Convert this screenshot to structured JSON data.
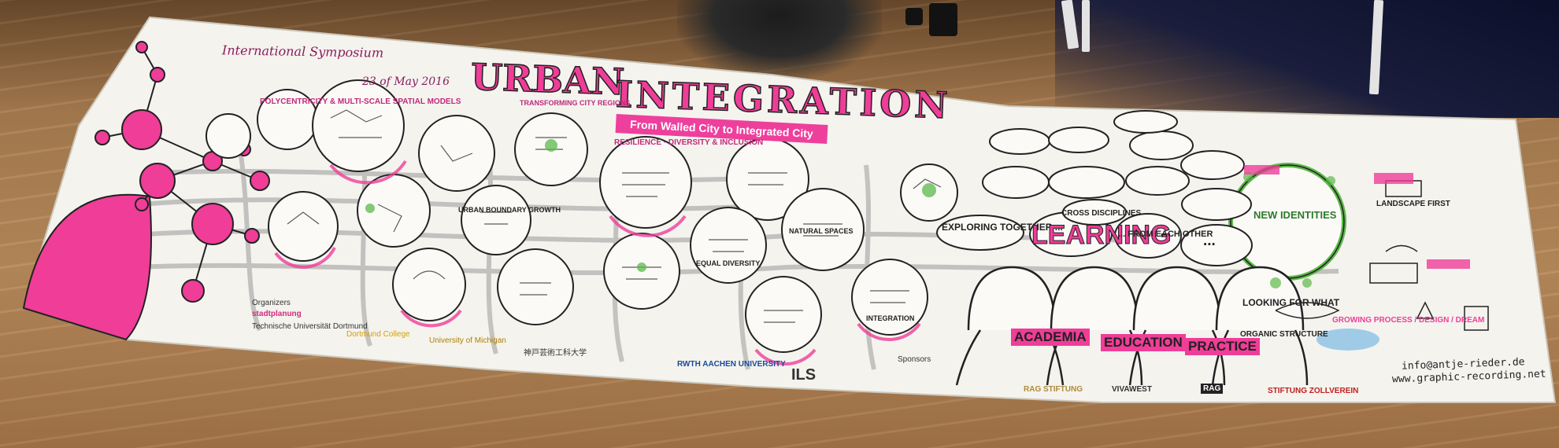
{
  "scene": {
    "colors": {
      "floor": "#a87c50",
      "paper": "#f4f3ee",
      "accent_pink": "#ef3d98",
      "ink": "#222222",
      "green": "#5cb84a"
    }
  },
  "banner": {
    "event": "International Symposium",
    "date": "23 of May 2016",
    "title_line1": "URBAN",
    "title_line2": "INTEGRATION",
    "subtitle": "From Walled City to Integrated City",
    "theme1": "POLYCENTRICITY & MULTI-SCALE SPATIAL MODELS",
    "theme2": "TRANSFORMING CITY REGIONS",
    "theme3": "RESILIENCE · DIVERSITY & INCLUSION",
    "circle_topics": [
      "URBAN BOUNDARY GROWTH",
      "NATURAL SPACES",
      "EQUAL DIVERSITY",
      "INTEGRATION"
    ],
    "center_section": {
      "bubbles": [
        "EXPLORING TOGETHER ...",
        "LEARNING",
        "... FROM EACH OTHER",
        "..."
      ],
      "cross": "CROSS DISCIPLINES",
      "roles": [
        "ACADEMIA",
        "EDUCATION",
        "PRACTICE"
      ]
    },
    "right_section": {
      "new_identities": "NEW IDENTITIES",
      "landscape": "LANDSCAPE FIRST",
      "looking": "LOOKING FOR WHAT",
      "organic": "ORGANIC STRUCTURE",
      "design_dream": "GROWING PROCESS / DESIGN / DREAM",
      "contact_email": "info@antje-rieder.de",
      "contact_web": "www.graphic-recording.net"
    },
    "organizers_label": "Organizers",
    "organizers": [
      "stadtplanung",
      "Technische Universität Dortmund",
      "Dortmund College",
      "University of Michigan",
      "神戸芸術工科大学"
    ],
    "sponsors_label": "Sponsors",
    "sponsors": [
      "RWTH AACHEN UNIVERSITY",
      "ILS",
      "RAG STIFTUNG",
      "VIVAWEST",
      "RAG",
      "STIFTUNG ZOLLVEREIN"
    ]
  }
}
